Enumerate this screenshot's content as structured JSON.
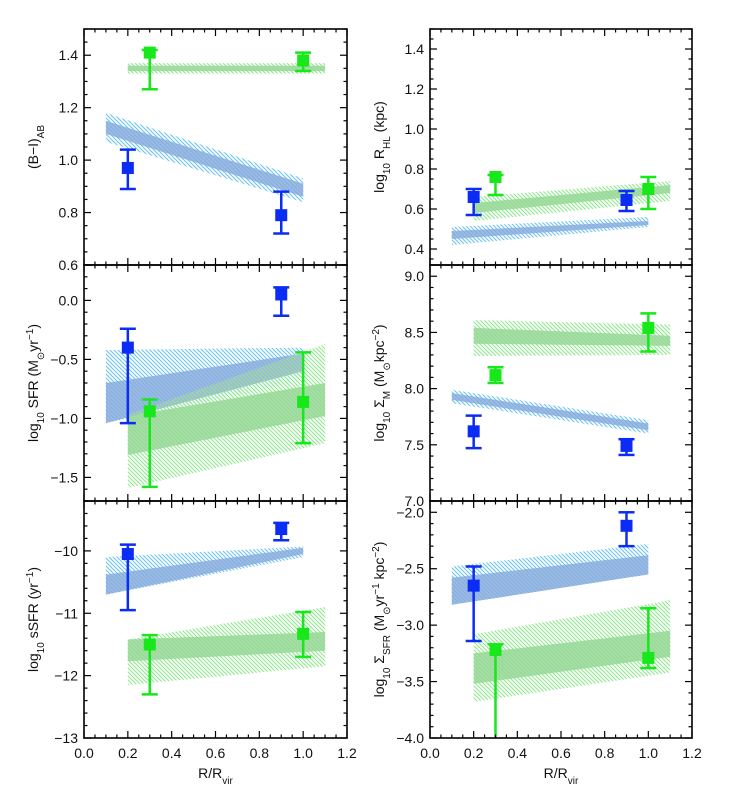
{
  "chart_data": [
    {
      "type": "scatter",
      "ylabel": [
        {
          "t": "(B−I)"
        },
        {
          "t": "AB",
          "sub": true
        }
      ],
      "xlabel": [],
      "xlim": [
        0.0,
        1.2
      ],
      "ylim": [
        0.6,
        1.5
      ],
      "xticks": [],
      "yticks": [
        "0.6",
        "0.8",
        "1.0",
        "1.2",
        "1.4"
      ],
      "yminor": 0.05,
      "series": [
        {
          "color": "#0a2cf5",
          "points": [
            {
              "x": 0.2,
              "y": 0.97,
              "lo": 0.89,
              "hi": 1.04
            },
            {
              "x": 0.9,
              "y": 0.79,
              "lo": 0.72,
              "hi": 0.88
            }
          ],
          "band": {
            "x": [
              0.1,
              1.0
            ],
            "outer_lower": [
              1.07,
              0.84
            ],
            "outer_upper": [
              1.18,
              0.93
            ],
            "inner_lower": [
              1.1,
              0.86
            ],
            "inner_upper": [
              1.15,
              0.91
            ]
          }
        },
        {
          "color": "#16e81a",
          "points": [
            {
              "x": 0.3,
              "y": 1.41,
              "lo": 1.27,
              "hi": 1.42
            },
            {
              "x": 1.0,
              "y": 1.38,
              "lo": 1.34,
              "hi": 1.41
            }
          ],
          "band": {
            "x": [
              0.2,
              1.1
            ],
            "outer_lower": [
              1.33,
              1.33
            ],
            "outer_upper": [
              1.37,
              1.37
            ],
            "inner_lower": [
              1.34,
              1.34
            ],
            "inner_upper": [
              1.36,
              1.36
            ]
          }
        }
      ]
    },
    {
      "type": "scatter",
      "ylabel": [
        {
          "t": "log"
        },
        {
          "t": "10",
          "sub": true
        },
        {
          "t": " R"
        },
        {
          "t": "HL",
          "sub": true
        },
        {
          "t": "  (kpc)"
        }
      ],
      "xlabel": [],
      "xlim": [
        0.0,
        1.2
      ],
      "ylim": [
        0.32,
        1.5
      ],
      "xticks": [],
      "yticks": [
        "0.4",
        "0.6",
        "0.8",
        "1.0",
        "1.2",
        "1.4"
      ],
      "yminor": 0.05,
      "series": [
        {
          "color": "#0a2cf5",
          "points": [
            {
              "x": 0.2,
              "y": 0.66,
              "lo": 0.57,
              "hi": 0.7
            },
            {
              "x": 0.9,
              "y": 0.645,
              "lo": 0.59,
              "hi": 0.69
            }
          ],
          "band": {
            "x": [
              0.1,
              1.0
            ],
            "outer_lower": [
              0.42,
              0.51
            ],
            "outer_upper": [
              0.51,
              0.56
            ],
            "inner_lower": [
              0.45,
              0.52
            ],
            "inner_upper": [
              0.49,
              0.54
            ]
          }
        },
        {
          "color": "#16e81a",
          "points": [
            {
              "x": 0.3,
              "y": 0.76,
              "lo": 0.67,
              "hi": 0.77
            },
            {
              "x": 1.0,
              "y": 0.7,
              "lo": 0.6,
              "hi": 0.76
            }
          ],
          "band": {
            "x": [
              0.2,
              1.1
            ],
            "outer_lower": [
              0.54,
              0.64
            ],
            "outer_upper": [
              0.66,
              0.74
            ],
            "inner_lower": [
              0.58,
              0.68
            ],
            "inner_upper": [
              0.63,
              0.72
            ]
          }
        }
      ]
    },
    {
      "type": "scatter",
      "ylabel": [
        {
          "t": "log"
        },
        {
          "t": "10",
          "sub": true
        },
        {
          "t": " SFR (M"
        },
        {
          "t": "⊙",
          "sub": true
        },
        {
          "t": "yr"
        },
        {
          "t": "−1",
          "sup": true
        },
        {
          "t": ")"
        }
      ],
      "xlabel": [],
      "xlim": [
        0.0,
        1.2
      ],
      "ylim": [
        -1.7,
        0.3
      ],
      "xticks": [],
      "yticks": [
        "−1.5",
        "−1.0",
        "−0.5",
        "0.0"
      ],
      "ytick_values": [
        -1.5,
        -1.0,
        -0.5,
        0.0
      ],
      "yminor": 0.1,
      "series": [
        {
          "color": "#0a2cf5",
          "points": [
            {
              "x": 0.2,
              "y": -0.4,
              "lo": -1.04,
              "hi": -0.24
            },
            {
              "x": 0.9,
              "y": 0.05,
              "lo": -0.13,
              "hi": 0.11
            }
          ],
          "band": {
            "x": [
              0.1,
              1.0
            ],
            "outer_lower": [
              -1.04,
              -0.68
            ],
            "outer_upper": [
              -0.42,
              -0.4
            ],
            "inner_lower": [
              -1.04,
              -0.6
            ],
            "inner_upper": [
              -0.7,
              -0.45
            ]
          }
        },
        {
          "color": "#16e81a",
          "points": [
            {
              "x": 0.3,
              "y": -0.94,
              "lo": -1.58,
              "hi": -0.84
            },
            {
              "x": 1.0,
              "y": -0.86,
              "lo": -1.21,
              "hi": -0.44
            }
          ],
          "band": {
            "x": [
              0.2,
              1.1
            ],
            "outer_lower": [
              -1.59,
              -1.21
            ],
            "outer_upper": [
              -0.97,
              -0.37
            ],
            "inner_lower": [
              -1.31,
              -0.98
            ],
            "inner_upper": [
              -0.98,
              -0.7
            ]
          }
        }
      ]
    },
    {
      "type": "scatter",
      "ylabel": [
        {
          "t": "log"
        },
        {
          "t": "10",
          "sub": true
        },
        {
          "t": " Σ"
        },
        {
          "t": "M",
          "sub": true
        },
        {
          "t": "  (M"
        },
        {
          "t": "⊙",
          "sub": true
        },
        {
          "t": "kpc"
        },
        {
          "t": "−2",
          "sup": true
        },
        {
          "t": ")"
        }
      ],
      "xlabel": [],
      "xlim": [
        0.0,
        1.2
      ],
      "ylim": [
        7.0,
        9.1
      ],
      "xticks": [],
      "yticks": [
        "7.0",
        "7.5",
        "8.0",
        "8.5",
        "9.0"
      ],
      "yminor": 0.1,
      "series": [
        {
          "color": "#0a2cf5",
          "points": [
            {
              "x": 0.2,
              "y": 7.62,
              "lo": 7.47,
              "hi": 7.76
            },
            {
              "x": 0.9,
              "y": 7.49,
              "lo": 7.41,
              "hi": 7.55
            }
          ],
          "band": {
            "x": [
              0.1,
              1.0
            ],
            "outer_lower": [
              7.87,
              7.6
            ],
            "outer_upper": [
              7.99,
              7.72
            ],
            "inner_lower": [
              7.9,
              7.63
            ],
            "inner_upper": [
              7.96,
              7.69
            ]
          }
        },
        {
          "color": "#16e81a",
          "points": [
            {
              "x": 0.3,
              "y": 8.12,
              "lo": 8.05,
              "hi": 8.19
            },
            {
              "x": 1.0,
              "y": 8.54,
              "lo": 8.33,
              "hi": 8.67
            }
          ],
          "band": {
            "x": [
              0.2,
              1.1
            ],
            "outer_lower": [
              8.29,
              8.3
            ],
            "outer_upper": [
              8.61,
              8.57
            ],
            "inner_lower": [
              8.4,
              8.38
            ],
            "inner_upper": [
              8.54,
              8.47
            ]
          }
        }
      ]
    },
    {
      "type": "scatter",
      "ylabel": [
        {
          "t": "log"
        },
        {
          "t": "10",
          "sub": true
        },
        {
          "t": " sSFR (yr"
        },
        {
          "t": "−1",
          "sup": true
        },
        {
          "t": ")"
        }
      ],
      "xlabel": [
        {
          "t": "R/R"
        },
        {
          "t": "vir",
          "sub": true
        }
      ],
      "xlim": [
        0.0,
        1.2
      ],
      "ylim": [
        -13.0,
        -9.2
      ],
      "xticks": [
        "0.0",
        "0.2",
        "0.4",
        "0.6",
        "0.8",
        "1.0",
        "1.2"
      ],
      "yticks": [
        "−13",
        "−12",
        "−11",
        "−10"
      ],
      "ytick_values": [
        -13,
        -12,
        -11,
        -10
      ],
      "yminor": 0.2,
      "series": [
        {
          "color": "#0a2cf5",
          "points": [
            {
              "x": 0.2,
              "y": -10.05,
              "lo": -10.95,
              "hi": -9.9
            },
            {
              "x": 0.9,
              "y": -9.65,
              "lo": -9.83,
              "hi": -9.55
            }
          ],
          "band": {
            "x": [
              0.1,
              1.0
            ],
            "outer_lower": [
              -10.7,
              -10.1
            ],
            "outer_upper": [
              -10.1,
              -9.93
            ],
            "inner_lower": [
              -10.7,
              -10.05
            ],
            "inner_upper": [
              -10.38,
              -9.95
            ]
          }
        },
        {
          "color": "#16e81a",
          "points": [
            {
              "x": 0.3,
              "y": -11.5,
              "lo": -12.3,
              "hi": -11.35
            },
            {
              "x": 1.0,
              "y": -11.33,
              "lo": -11.7,
              "hi": -10.98
            }
          ],
          "band": {
            "x": [
              0.2,
              1.1
            ],
            "outer_lower": [
              -12.15,
              -11.85
            ],
            "outer_upper": [
              -11.42,
              -10.9
            ],
            "inner_lower": [
              -11.77,
              -11.6
            ],
            "inner_upper": [
              -11.42,
              -11.3
            ]
          }
        }
      ]
    },
    {
      "type": "scatter",
      "ylabel": [
        {
          "t": "log"
        },
        {
          "t": "10",
          "sub": true
        },
        {
          "t": " Σ"
        },
        {
          "t": "SFR",
          "sub": true
        },
        {
          "t": "  (M"
        },
        {
          "t": "⊙",
          "sub": true
        },
        {
          "t": "yr"
        },
        {
          "t": "−1",
          "sup": true
        },
        {
          "t": " kpc"
        },
        {
          "t": "−2",
          "sup": true
        },
        {
          "t": ")"
        }
      ],
      "xlabel": [
        {
          "t": "R/R"
        },
        {
          "t": "vir",
          "sub": true
        }
      ],
      "xlim": [
        0.0,
        1.2
      ],
      "ylim": [
        -4.0,
        -1.9
      ],
      "xticks": [
        "0.0",
        "0.2",
        "0.4",
        "0.6",
        "0.8",
        "1.0",
        "1.2"
      ],
      "yticks": [
        "−4.0",
        "−3.5",
        "−3.0",
        "−2.5",
        "−2.0"
      ],
      "ytick_values": [
        -4.0,
        -3.5,
        -3.0,
        -2.5,
        -2.0
      ],
      "yminor": 0.1,
      "series": [
        {
          "color": "#0a2cf5",
          "points": [
            {
              "x": 0.2,
              "y": -2.65,
              "lo": -3.14,
              "hi": -2.48
            },
            {
              "x": 0.9,
              "y": -2.12,
              "lo": -2.3,
              "hi": -2.0
            }
          ],
          "band": {
            "x": [
              0.1,
              1.0
            ],
            "outer_lower": [
              -2.82,
              -2.55
            ],
            "outer_upper": [
              -2.48,
              -2.28
            ],
            "inner_lower": [
              -2.82,
              -2.55
            ],
            "inner_upper": [
              -2.58,
              -2.38
            ]
          }
        },
        {
          "color": "#16e81a",
          "points": [
            {
              "x": 0.3,
              "y": -3.22,
              "lo": -4.2,
              "hi": -3.17
            },
            {
              "x": 1.0,
              "y": -3.29,
              "lo": -3.38,
              "hi": -2.85
            }
          ],
          "band": {
            "x": [
              0.2,
              1.1
            ],
            "outer_lower": [
              -3.68,
              -3.42
            ],
            "outer_upper": [
              -3.08,
              -2.78
            ],
            "inner_lower": [
              -3.52,
              -3.28
            ],
            "inner_upper": [
              -3.25,
              -3.05
            ]
          }
        }
      ]
    }
  ]
}
